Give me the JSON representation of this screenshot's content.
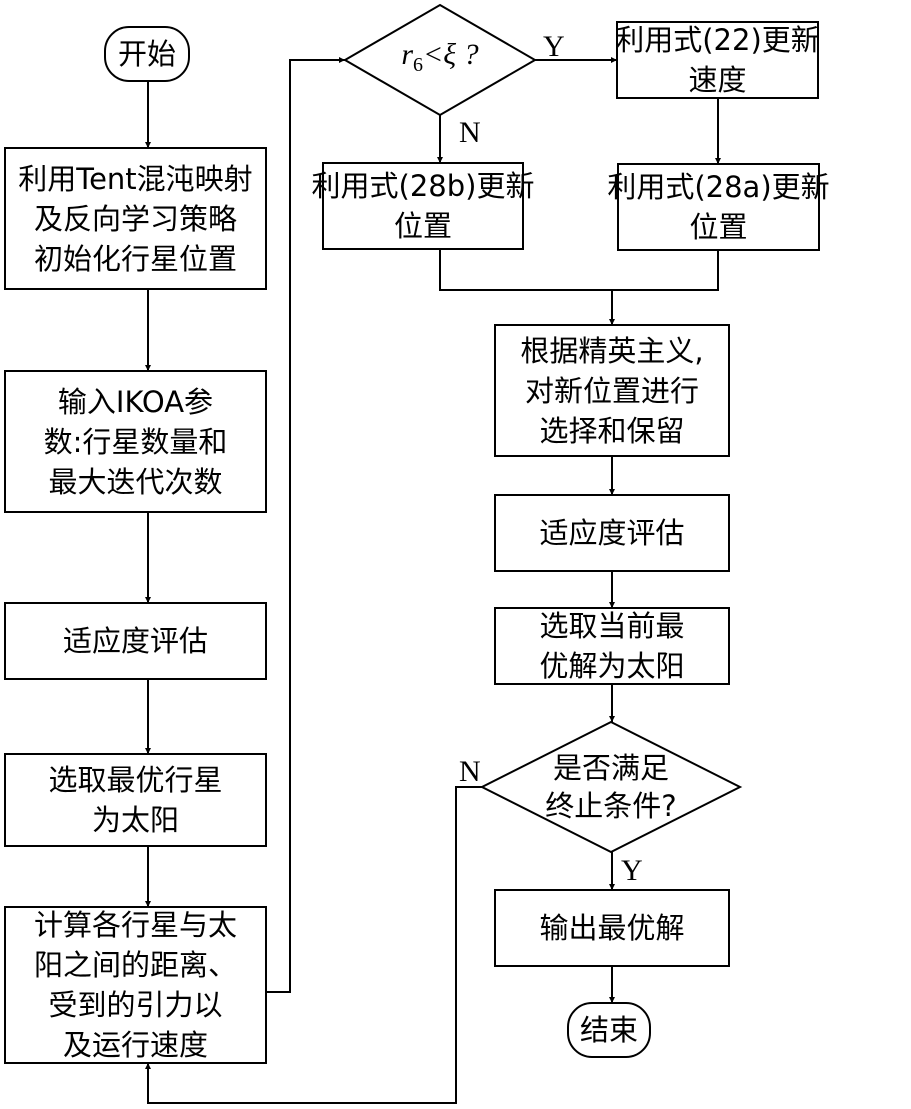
{
  "diagram": {
    "type": "flowchart",
    "colors": {
      "stroke": "#000000",
      "fill": "#ffffff",
      "text": "#000000"
    },
    "nodes": {
      "start": {
        "kind": "terminal",
        "lines": [
          "开始"
        ]
      },
      "init": {
        "kind": "process",
        "lines": [
          "利用Tent混沌映射",
          "及反向学习策略",
          "初始化行星位置"
        ]
      },
      "params": {
        "kind": "process",
        "lines": [
          "输入IKOA参",
          "数:行星数量和",
          "最大迭代次数"
        ]
      },
      "fitness1": {
        "kind": "process",
        "lines": [
          "适应度评估"
        ]
      },
      "select_sun1": {
        "kind": "process",
        "lines": [
          "选取最优行星",
          "为太阳"
        ]
      },
      "compute": {
        "kind": "process",
        "lines": [
          "计算各行星与太",
          "阳之间的距离、",
          "受到的引力以",
          "及运行速度"
        ]
      },
      "cond_r6": {
        "kind": "decision",
        "var": "r",
        "sub": "6",
        "rest": "<ξ ?"
      },
      "update_vel": {
        "kind": "process",
        "lines": [
          "利用式(22)更新",
          "速度"
        ]
      },
      "update_28b": {
        "kind": "process",
        "lines": [
          "利用式(28b)更新",
          "位置"
        ]
      },
      "update_28a": {
        "kind": "process",
        "lines": [
          "利用式(28a)更新",
          "位置"
        ]
      },
      "elitism": {
        "kind": "process",
        "lines": [
          "根据精英主义,",
          "对新位置进行",
          "选择和保留"
        ]
      },
      "fitness2": {
        "kind": "process",
        "lines": [
          "适应度评估"
        ]
      },
      "select_sun2": {
        "kind": "process",
        "lines": [
          "选取当前最",
          "优解为太阳"
        ]
      },
      "cond_stop": {
        "kind": "decision",
        "lines": [
          "是否满足",
          "终止条件?"
        ]
      },
      "output": {
        "kind": "process",
        "lines": [
          "输出最优解"
        ]
      },
      "end": {
        "kind": "terminal",
        "lines": [
          "结束"
        ]
      }
    },
    "edges": [
      {
        "from": "start",
        "to": "init"
      },
      {
        "from": "init",
        "to": "params"
      },
      {
        "from": "params",
        "to": "fitness1"
      },
      {
        "from": "fitness1",
        "to": "select_sun1"
      },
      {
        "from": "select_sun1",
        "to": "compute"
      },
      {
        "from": "compute",
        "to": "cond_r6"
      },
      {
        "from": "cond_r6",
        "to": "update_vel",
        "label": "Y"
      },
      {
        "from": "cond_r6",
        "to": "update_28b",
        "label": "N"
      },
      {
        "from": "update_vel",
        "to": "update_28a"
      },
      {
        "from": "update_28b",
        "to": "elitism"
      },
      {
        "from": "update_28a",
        "to": "elitism"
      },
      {
        "from": "elitism",
        "to": "fitness2"
      },
      {
        "from": "fitness2",
        "to": "select_sun2"
      },
      {
        "from": "select_sun2",
        "to": "cond_stop"
      },
      {
        "from": "cond_stop",
        "to": "output",
        "label": "Y"
      },
      {
        "from": "cond_stop",
        "to": "compute",
        "label": "N"
      },
      {
        "from": "output",
        "to": "end"
      }
    ],
    "labels": {
      "yes": "Y",
      "no": "N"
    }
  }
}
